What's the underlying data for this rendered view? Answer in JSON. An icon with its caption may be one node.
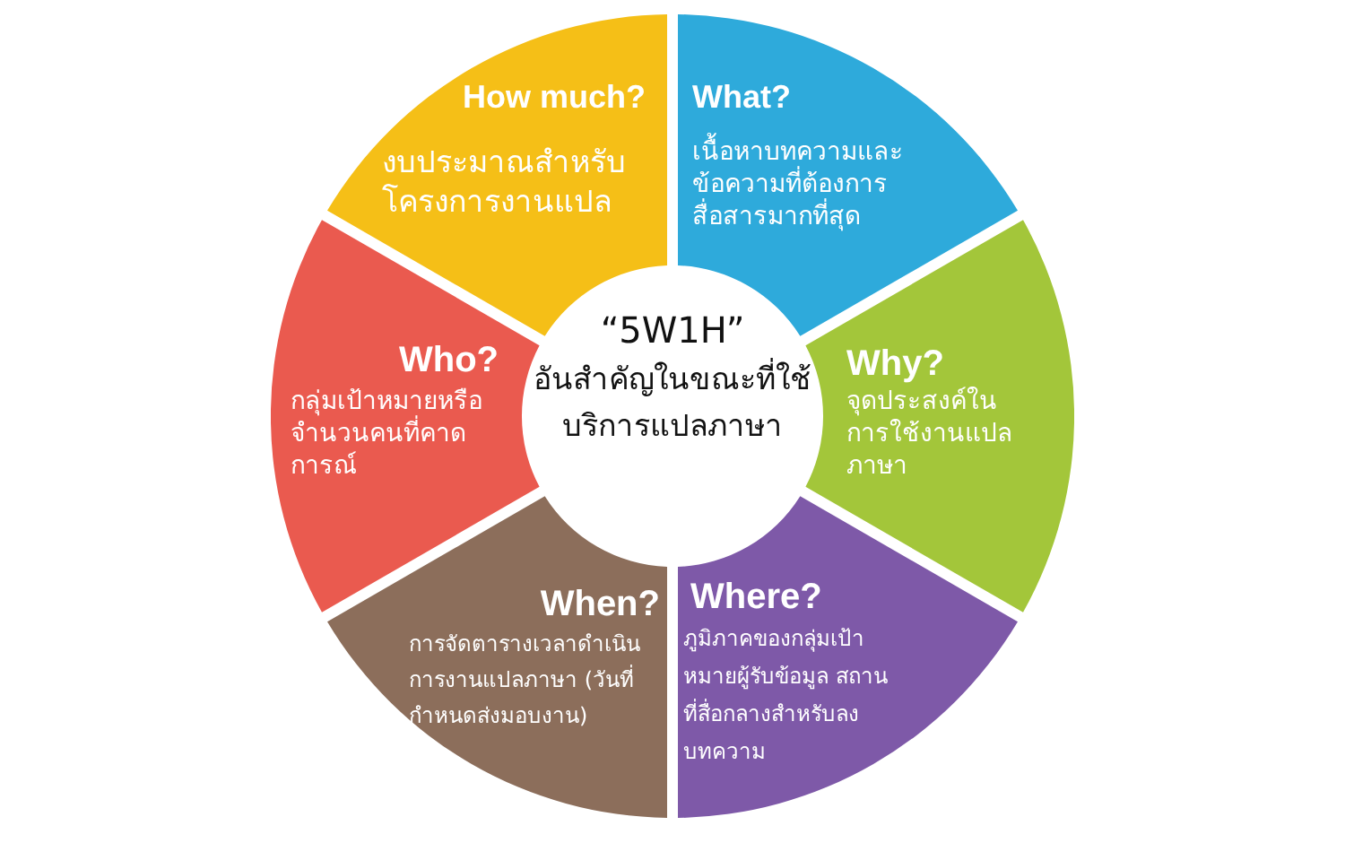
{
  "diagram": {
    "nodes": [
      {
        "text": [
          "How much?",
          "งบประมาณสำหรับโครงการงานแปล"
        ]
      },
      {
        "text": [
          "What?",
          "เนื้อหาบทความและข้อความที่ต้องการสื่อสารมากที่สุด"
        ]
      },
      {
        "text": [
          "Who?",
          "กลุ่มเป้าหมายหรือจำนวนคนที่คาดการณ์"
        ]
      },
      {
        "text": [
          "“5W1H”",
          "อันสำคัญในขณะที่ใช้บริการแปลภาษา"
        ]
      },
      {
        "text": [
          "Why?",
          "จุดประสงค์ในการใช้งานแปลภาษา"
        ]
      },
      {
        "text": [
          "When?",
          "การจัดตารางเวลาดำเนินการงานแปลภาษา (วันที่กำหนดส่งมอบงาน)"
        ]
      },
      {
        "text": [
          "Where?",
          "ภูมิภาคของกลุ่มเป้าหมายผู้รับข้อมูล สถานที่สื่อกลางสำหรับลงบทความ"
        ]
      }
    ]
  }
}
